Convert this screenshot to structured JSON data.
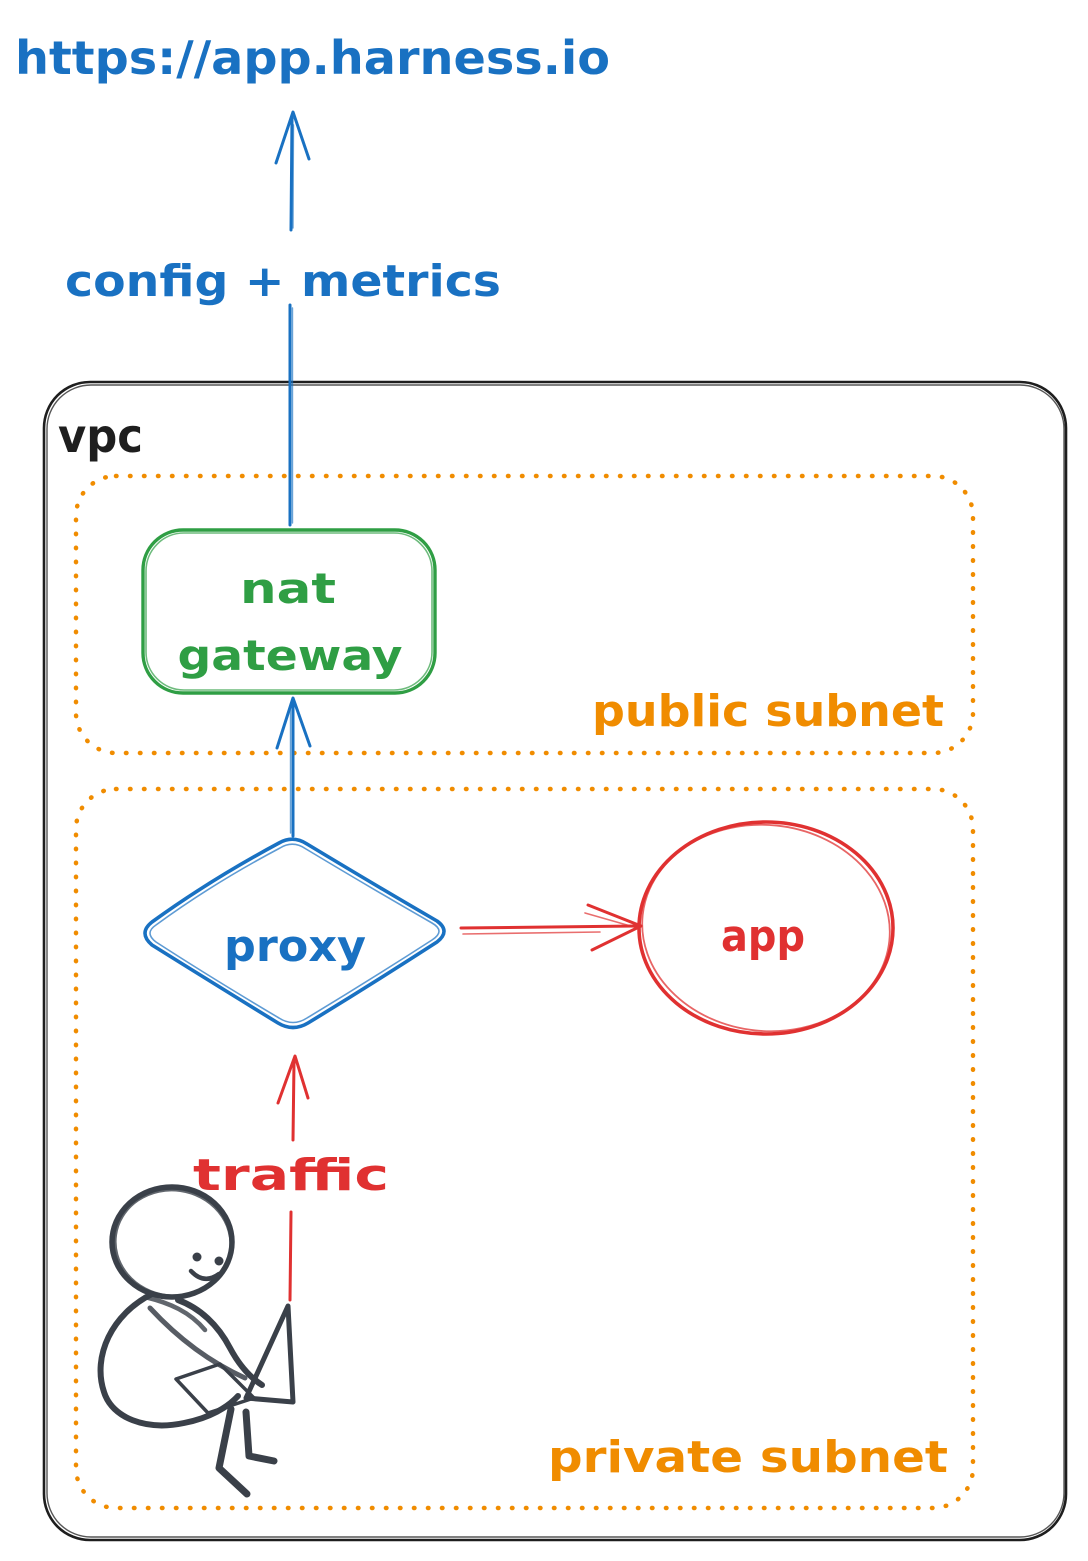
{
  "diagram": {
    "external_url": "https://app.harness.io",
    "config_arrow_label": "config + metrics",
    "vpc": {
      "label": "vpc",
      "public_subnet": {
        "label": "public subnet",
        "nat_gateway": {
          "line1": "nat",
          "line2": "gateway"
        }
      },
      "private_subnet": {
        "label": "private subnet",
        "proxy_label": "proxy",
        "app_label": "app",
        "traffic_arrow_label": "traffic"
      }
    }
  },
  "colors": {
    "blue": "#1971c2",
    "green": "#2f9e44",
    "orange": "#f08c00",
    "red": "#e03131",
    "ink": "#1e1e1e",
    "person_ink": "#3a4049",
    "background": "#ffffff"
  }
}
